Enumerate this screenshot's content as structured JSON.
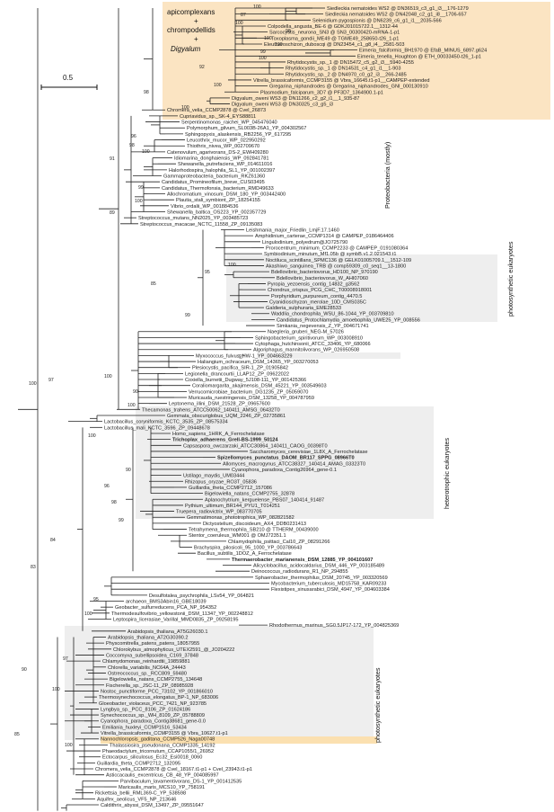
{
  "highlight_colors": {
    "apicomplexan_box": "#fbe4c2",
    "chromera_row": "#fbe0b0",
    "gray_box": "#eeeeee"
  },
  "scale": {
    "label": "0.5"
  },
  "clade_box_title": [
    "apicomplexans",
    "+",
    "chrompodellids",
    "+",
    "Digyalum"
  ],
  "side_labels": {
    "proteobacteria": "Proteobacteria (mostly)",
    "photosynthetic_top": "photosynthetic eukaryotes",
    "heterotrophic": "heterotrophic eukaryotes",
    "photosynthetic_bottom": "photosynthetic eukaryotes"
  },
  "supports": [
    {
      "v": "100",
      "k": "a1"
    },
    {
      "v": "87",
      "k": "a2"
    },
    {
      "v": "100",
      "k": "a3"
    },
    {
      "v": "98",
      "k": "a4"
    },
    {
      "v": "100",
      "k": "a5"
    },
    {
      "v": "100",
      "k": "a6"
    },
    {
      "v": "99",
      "k": "a7"
    },
    {
      "v": "100",
      "k": "a8"
    },
    {
      "v": "92",
      "k": "a9"
    },
    {
      "v": "100",
      "k": "a10"
    },
    {
      "v": "98",
      "k": "a11"
    },
    {
      "v": "100",
      "k": "a12"
    },
    {
      "v": "96",
      "k": "p1"
    },
    {
      "v": "98",
      "k": "p2"
    },
    {
      "v": "100",
      "k": "p3"
    },
    {
      "v": "91",
      "k": "p4"
    },
    {
      "v": "99",
      "k": "p5"
    },
    {
      "v": "100",
      "k": "p6"
    },
    {
      "v": "89",
      "k": "p7"
    },
    {
      "v": "100",
      "k": "ph1"
    },
    {
      "v": "95",
      "k": "ph2"
    },
    {
      "v": "85",
      "k": "ph3"
    },
    {
      "v": "99",
      "k": "ph4"
    },
    {
      "v": "97",
      "k": "m1"
    },
    {
      "v": "97",
      "k": "m2"
    },
    {
      "v": "100",
      "k": "m3"
    },
    {
      "v": "90",
      "k": "m4"
    },
    {
      "v": "100",
      "k": "m5"
    },
    {
      "v": "100",
      "k": "root"
    },
    {
      "v": "100",
      "k": "lb"
    },
    {
      "v": "90",
      "k": "h1"
    },
    {
      "v": "96",
      "k": "h2"
    },
    {
      "v": "98",
      "k": "h3"
    },
    {
      "v": "99",
      "k": "h4"
    },
    {
      "v": "84",
      "k": "h5"
    },
    {
      "v": "83",
      "k": "h6"
    },
    {
      "v": "95",
      "k": "h7"
    },
    {
      "v": "100",
      "k": "h8"
    },
    {
      "v": "90",
      "k": "b1"
    },
    {
      "v": "97",
      "k": "b2"
    },
    {
      "v": "100",
      "k": "b3"
    },
    {
      "v": "85",
      "k": "b4"
    },
    {
      "v": "100",
      "k": "b5"
    }
  ],
  "taxa": [
    "Siedleckia nematoides WS2 @ DN36519_c3_g1_i3__176-1279",
    "Siedleckia nematoides WS2 @ DN42048_c2_g1_i8__1706-657",
    "Selenidium pygospionis @ DN6239_c6_g1_i1__2035-566",
    "Colpodella_angusta_BE-6 @ GDKJ01015722.1__1312-44",
    "Sarcocystis_neurona_SN3 @ SN3_00300420-mRNA-1-p1",
    "Toxoplasma_gondii_ME49 @ TGME49_258650-t26_1-p1",
    "Eleutheroschizon_duboscqi @ DN23454_c1_g8_i4__2581-503",
    "Eimeria_falciformis_BH1970 @ EfaB_MINUS_6897.g624",
    "Eimeria_tenella_Houghton @ ETH_00033450-t26_1-p1",
    "Rhytidocystis_sp._1 @ DN15472_c5_g2_i3__5940-4255",
    "Rhytidocystis_sp._1 @ DN14531_c4_g1_i1__1-903",
    "Rhytidocystis_sp._2 @ DN4970_c0_g2_i3__266-2485",
    "Vitrella_brassicaformis_CCMP3155 @ Vbra_16645.t1-p1__CAMPEP-extended",
    "Gregarina_niphandrodes @ Gregarina_niphandrodes_GNI_000130910",
    "Plasmodium_falciparum_3D7 @ PF3D7_1364900.1-p1",
    "Digyalum_oweni WS3 @ DN11266_c2_g2_i1__1_935-87",
    "Digyalum_oweni WS3 @ DN30325_c3_g5_i3",
    "Chromera_velia_CCMP2878 @ Cvel_26873",
    "Cupriavidus_sp._SK-4_EYS88811",
    "Serpentinomonas_raichei_WP_045476040",
    "Polymorphum_gilvum_SL003B-26A1_YP_004302567",
    "Sphingopyxis_alaskensis_RB2256_YP_617295",
    "Leucothrix_mucor_WP_022950292",
    "Thiothrix_nivea_WP_002709670",
    "Catenovulum_agarivorans_DS-2_EWH09280",
    "Idiomarina_donghaiensis_WP_092841781",
    "Shewanella_putrefaciens_WP_014611016",
    "Halorhodospira_halophila_SL1_YP_001002397",
    "Gammaproteobacteria_bacterium_RKZ61360",
    "Candidatus_Promineofilum_breve_CUS03495",
    "Candidatus_Thermofonsia_bacterium_RMD49633",
    "Allochromatium_vinosum_DSM_180_YP_003442400",
    "Plautia_stali_symbiont_ZP_18254155",
    "Vibrio_ordalii_WP_001884536",
    "Shewanella_baltica_OS223_YP_002357729",
    "Streptococcus_mutans_NN2025_YP_003485723",
    "Streptococcus_macacae_NCTC_11558_ZP_09135083",
    "Leishmania_major_Friedlin_LmjF.17.1460",
    "Amphidinium_carterae_CCMP1314 @ CAMPEP_0186464406",
    "Lingulodinium_polyedrum@JO725790",
    "Prorocentrum_minimum_CCMP2233 @ CAMPEP_0191080364",
    "Symbiodinium_minutum_Mf1.05b @ symbB.v1.2.021543.t1",
    "Noctiluca_scintillans_SPMC136 @ GELK01005709.1__1512-109",
    "Akashiwo_sanguinea_TRB @ comp59309_c0_seq1__13-1800",
    "Bdellovibrio_bacteriovorus_HD100_NP_970190",
    "Bdellovibrio_bacteriovorus_W_AHI07060",
    "Pyropia_yezoensis_contig_14832_g3562",
    "Chondrus_crispus_PCG_CHC_T00008918001",
    "Porphyridium_purpureum_contig_4470.5",
    "Cyanidioschyzon_merolae_10D_CMS035C",
    "Galdieria_sulphuraria_EME28533",
    "Waddlia_chondrophila_WSU_86-1044_YP_003709810",
    "Candidatus_Protochlamydia_amoebophila_UWE25_YP_008556",
    "Simkania_negevensis_Z_YP_004671741",
    "Naegleria_gruberi_NEG-M_57026",
    "Sphingobacterium_spiritivorum_WP_003008910",
    "Cytophaga_hutchinsonii_ATCC_33406_YP_680066",
    "Algoriphagus_mannitolivorans_WP_026950508",
    "Myxococcus_fulvus_HW-1_YP_004663229",
    "Haliangium_ochraceum_DSM_14365_YP_003270053",
    "Plesiocystis_pacifica_SIR-1_ZP_01905842",
    "Legionella_drancourtii_LLAP12_ZP_09622022",
    "Coxiella_burnetii_Dugway_5J108-111_YP_001425366",
    "Coraliomargarita_akajimensis_DSM_45221_YP_003549603",
    "Verrucomicrobiae_bacterium_DG1235_ZP_05059070",
    "Muricauda_ruestringensis_DSM_13258_YP_004787959",
    "Leptonema_illini_DSM_21528_ZP_09657600",
    "Thecamonas_trahens_ATCC50062_140411_AMSG_06432T0",
    "Gemmata_obscuriglobus_UQM_2246_ZP_02735861",
    "Lactobacillus_coryniformis_KCTC_3535_ZP_08575334",
    "Lactobacillus_mali_KCTC_3596_ZP_09448678",
    "Homo_sapiens_1HRK_A_Ferrochelatase",
    "Trichoplax_adhaerens_Grell-BS-1999_50124",
    "Capsaspora_owczarzaki_ATCC30864_140411_CAOG_00398T0",
    "Saccharomyces_cerevisiae_1L8X_A_Ferrochelatase",
    "Spizellomyces_punctatus_DAOM_BR117_SPPG_08966T0",
    "Allomyces_macrogynus_ATCC38327_140414_AMAG_03323T0",
    "Cyanophora_paradoxa_Contig26964_gene-0.1",
    "Ustilago_maydis_UM03444",
    "Rhizopus_oryzae_RO3T_05836",
    "Guillardia_theta_CCMP2712_157086",
    "Bigelowiella_natans_CCMP2755_32878",
    "Aplanochytrium_kerguelense_PBS07_140414_91487",
    "Pythium_ultimum_BR144_PYU1_T014251",
    "Truepera_radiovictrix_WP_083770705",
    "Gemmatimonas_phototrophica_WP_082821582",
    "Dictyostelium_discoideum_AX4_DDB0231413",
    "Tetrahymena_thermophila_SB210 @ TTHERM_00439000",
    "Stentor_coeruleus_WM001 @ OMJ72351.1",
    "Chlamydophila_psittaci_Cal10_ZP_08291266",
    "Brachyspira_pilosicoli_95_1000_YP_003786643",
    "Bacillus_subtilis_1DOZ_A_Ferrochelatase",
    "Thermaerobacter_marianensis_DSM_12885_YP_004101607",
    "Alicyclobacillus_acidocaldarius_DSM_446_YP_003185489",
    "Deinococcus_radiodurans_R1_NP_294855",
    "Sphaerobacter_thermophilus_DSM_20745_YP_003320569",
    "Mycobacterium_tuberculosis_MD15758_KAR09233",
    "Flexistipes_sinusarabici_DSM_4947_YP_004603384",
    "Desulfotalea_psychrophila_LSv54_YP_064821",
    "archaeon_BMS3Abin16_GBE18039",
    "Geobacter_sulfurreducens_PCA_NP_954352",
    "Thermodesulfovibrio_yellowstonii_DSM_11347_YP_002248812",
    "Leptospira_licerasiae_Varillal_MMD0835_ZP_09258195",
    "Rhodothermus_marinus_SG0.5JP17-172_YP_004825369",
    "Arabidopsis_thaliana_AT5G26030.1",
    "Arabidopsis_thaliana_AT2G30390.2",
    "Physcomitrella_patens_patens_18057955",
    "Chlorokybus_atmophyticus_UTEX2591_@_JO204222",
    "Coccomyxa_subellipsoidea_C169_37848",
    "Chlamydomonas_reinhardtii_19859881",
    "Chlorella_variabilis_NC64A_24443",
    "Ostreococcus_sp._RCC809_59480",
    "Bigelowiella_natans_CCMP2755_134648",
    "Fischerella_sp._JSC-11_ZP_08985928",
    "Nostoc_punctiforme_PCC_73102_YP_001866010",
    "Thermosynechococcus_elongatus_BP-1_NP_683006",
    "Gloeobacter_violaceus_PCC_7421_NP_923785",
    "Lyngbya_sp._PCC_8106_ZP_01624186",
    "Synechococcus_sp._WH_8109_ZP_05788809",
    "Cyanophora_paradoxa_Contig38681_gene-0.0",
    "Emiliania_huxleyi_CCMP1516_53434",
    "Vitrella_brassicaformis_CCMP3155 @ Vbra_10627.t1-p1",
    "Nannochloropsis_gaditana_CCMP526_Naga00748",
    "Thalassiosira_pseudonana_CCMP1335_14192",
    "Phaeodactylum_tricornutum_CCAP1055/1_26952",
    "Ectocarpus_siliculosus_Ec32_Esi0018_0060",
    "Guillardia_theta_CCMP2712_132095",
    "Chromera_velia_CCMP2878 @ Cvel_18167.t1-p1 + Cvel_23943.t1-p1",
    "Asticcacaulis_excentricus_CB_48_YP_004085997",
    "Parvibaculum_lavamentivorans_DS-1_YP_001412535",
    "Maricaulis_maris_MCS10_YP_758191",
    "Rickettsia_bellii_RML369-C_YP_538598",
    "Aquifex_aeolicus_VF5_NP_213646",
    "Caldithrix_abyssi_DSM_13497_ZP_09551647"
  ]
}
